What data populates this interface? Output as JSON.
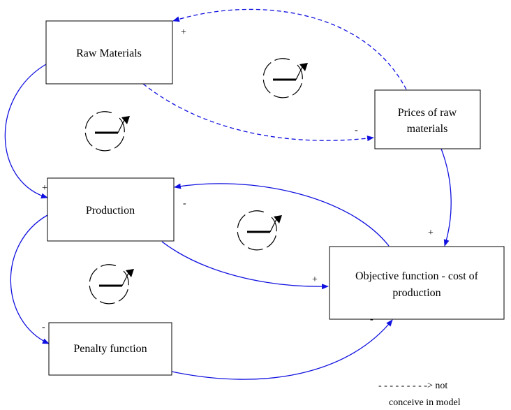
{
  "colors": {
    "edge": "#1010e0",
    "box_border": "#000000",
    "text": "#000000"
  },
  "nodes": {
    "raw_materials": {
      "label": "Raw Materials"
    },
    "prices": {
      "line1": "Prices of raw",
      "line2": "materials"
    },
    "production": {
      "label": "Production"
    },
    "objective": {
      "line1": "Objective function - cost of",
      "line2": "production"
    },
    "penalty": {
      "label": "Penalty function"
    }
  },
  "signs": {
    "raw_from_prices": "+",
    "prices_from_raw": "-",
    "production_from_raw": "+",
    "production_from_objective": "-",
    "objective_from_prices": "+",
    "objective_from_production": "+",
    "objective_from_penalty": "-",
    "penalty_from_production": "-"
  },
  "loops": [
    {
      "name": "loop-raw-prices",
      "icon": "balancing-loop-icon"
    },
    {
      "name": "loop-raw-production",
      "icon": "balancing-loop-icon"
    },
    {
      "name": "loop-production-objective",
      "icon": "balancing-loop-icon"
    },
    {
      "name": "loop-production-penalty",
      "icon": "balancing-loop-icon"
    }
  ],
  "legend": {
    "line1": "- - - - - - - - -> not",
    "line2": "conceive in model"
  }
}
